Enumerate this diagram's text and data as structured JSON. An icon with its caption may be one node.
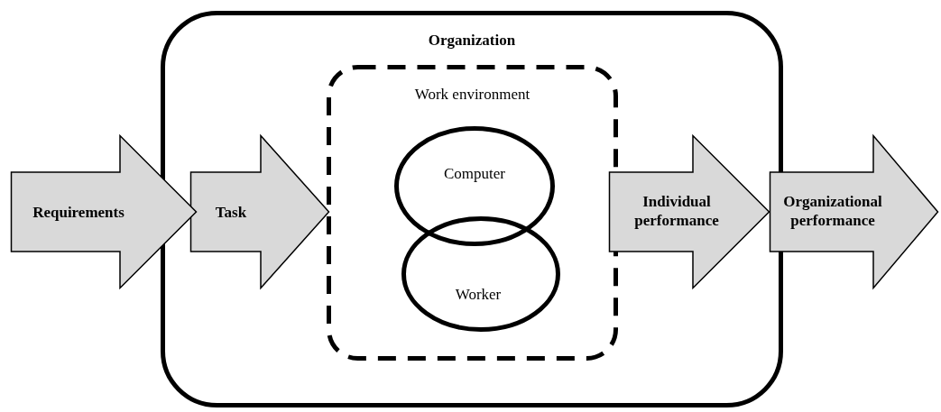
{
  "diagram": {
    "nodes": [
      {
        "text": [
          "Organization"
        ]
      },
      {
        "text": [
          "Work environment"
        ],
        "in": 0
      },
      {
        "text": [
          "Computer"
        ],
        "in": 1
      },
      {
        "text": [
          "Worker"
        ],
        "in": 1
      },
      {
        "text": [
          "Requirements"
        ]
      },
      {
        "text": [
          "Task"
        ],
        "in": 0
      },
      {
        "text": [
          "Individual performance"
        ],
        "in": 0
      },
      {
        "text": [
          "Organizational performance"
        ]
      }
    ]
  }
}
